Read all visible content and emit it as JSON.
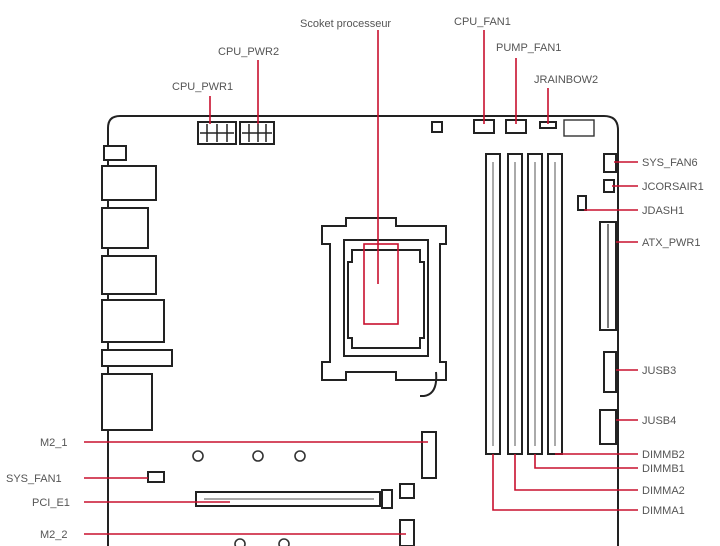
{
  "diagram": {
    "accent_color": "#c8102e",
    "labels": {
      "socket": "Scoket processeur",
      "cpu_fan1": "CPU_FAN1",
      "cpu_pwr2": "CPU_PWR2",
      "pump_fan1": "PUMP_FAN1",
      "cpu_pwr1": "CPU_PWR1",
      "jrainbow2": "JRAINBOW2",
      "sys_fan6": "SYS_FAN6",
      "jcorsair1": "JCORSAIR1",
      "jdash1": "JDASH1",
      "atx_pwr1": "ATX_PWR1",
      "jusb3": "JUSB3",
      "jusb4": "JUSB4",
      "dimmb2": "DIMMB2",
      "dimmb1": "DIMMB1",
      "dimma2": "DIMMA2",
      "dimma1": "DIMMA1",
      "m2_1": "M2_1",
      "sys_fan1": "SYS_FAN1",
      "pci_e1": "PCI_E1",
      "m2_2": "M2_2"
    }
  }
}
